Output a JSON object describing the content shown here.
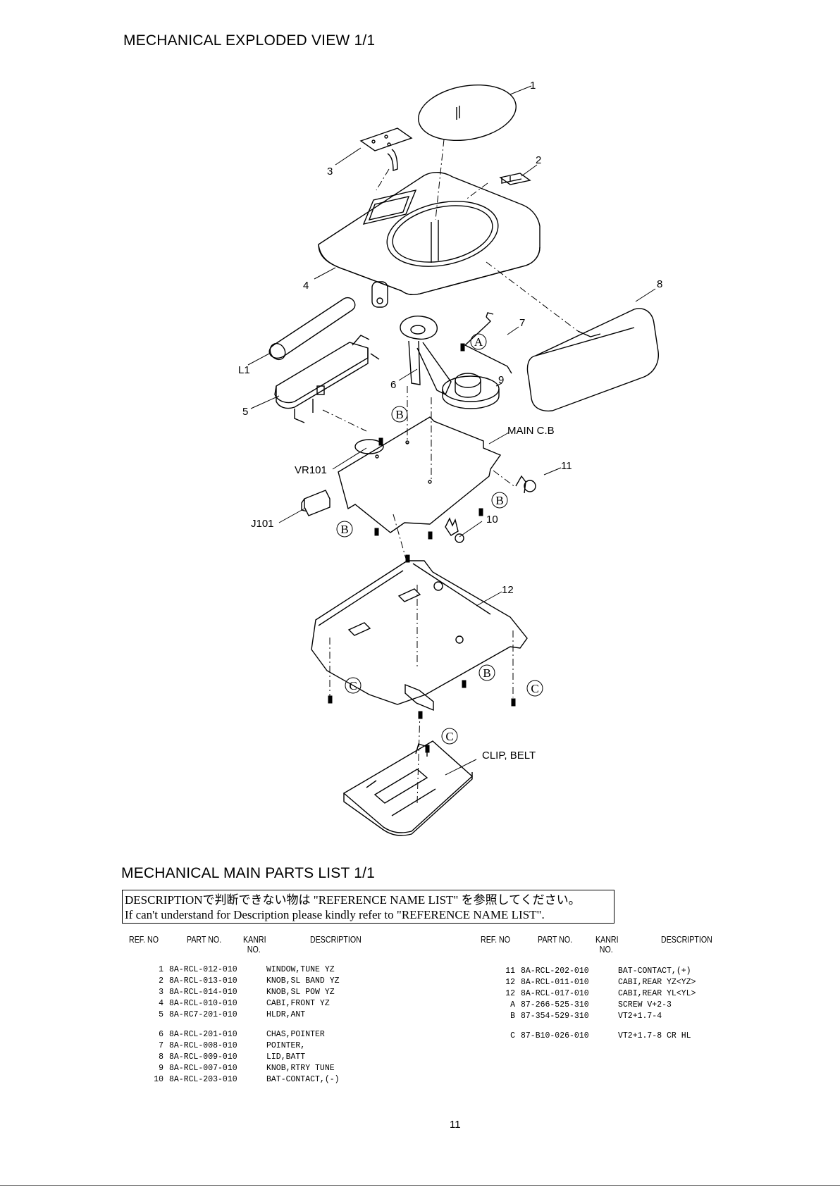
{
  "view_title": "MECHANICAL EXPLODED VIEW 1/1",
  "diagram": {
    "callouts": {
      "c1": "1",
      "c2": "2",
      "c3": "3",
      "c4": "4",
      "c5": "5",
      "c6": "6",
      "c7": "7",
      "c8": "8",
      "c9": "9",
      "c10": "10",
      "c11": "11",
      "c12": "12",
      "cL1": "L1",
      "cVR101": "VR101",
      "cJ101": "J101",
      "cMAIN": "MAIN C.B",
      "cCLIP": "CLIP, BELT"
    },
    "screw_marks": {
      "A": "A",
      "B": "B",
      "C": "C"
    }
  },
  "list_title": "MECHANICAL MAIN PARTS LIST 1/1",
  "note": {
    "line1": "DESCRIPTIONで判断できない物は \"REFERENCE NAME LIST\" を参照してください。",
    "line2": "If can't understand for Description please kindly refer to \"REFERENCE NAME LIST\"."
  },
  "columns": {
    "ref": "REF. NO",
    "part": "PART NO.",
    "kanri_1": "KANRI",
    "kanri_2": "NO.",
    "desc": "DESCRIPTION"
  },
  "parts_left": [
    {
      "ref": "1",
      "part": "8A-RCL-012-010",
      "desc": "WINDOW,TUNE YZ"
    },
    {
      "ref": "2",
      "part": "8A-RCL-013-010",
      "desc": "KNOB,SL BAND YZ"
    },
    {
      "ref": "3",
      "part": "8A-RCL-014-010",
      "desc": "KNOB,SL POW YZ"
    },
    {
      "ref": "4",
      "part": "8A-RCL-010-010",
      "desc": "CABI,FRONT YZ"
    },
    {
      "ref": "5",
      "part": "8A-RC7-201-010",
      "desc": "HLDR,ANT"
    },
    {
      "ref": "6",
      "part": "8A-RCL-201-010",
      "desc": "CHAS,POINTER"
    },
    {
      "ref": "7",
      "part": "8A-RCL-008-010",
      "desc": "POINTER,"
    },
    {
      "ref": "8",
      "part": "8A-RCL-009-010",
      "desc": "LID,BATT"
    },
    {
      "ref": "9",
      "part": "8A-RCL-007-010",
      "desc": "KNOB,RTRY TUNE"
    },
    {
      "ref": "10",
      "part": "8A-RCL-203-010",
      "desc": "BAT-CONTACT,(-)"
    }
  ],
  "parts_right": [
    {
      "ref": "11",
      "part": "8A-RCL-202-010",
      "desc": "BAT-CONTACT,(+)"
    },
    {
      "ref": "12",
      "part": "8A-RCL-011-010",
      "desc": "CABI,REAR YZ<YZ>"
    },
    {
      "ref": "12",
      "part": "8A-RCL-017-010",
      "desc": "CABI,REAR YL<YL>"
    },
    {
      "ref": "A",
      "part": "87-266-525-310",
      "desc": "SCREW V+2-3"
    },
    {
      "ref": "B",
      "part": "87-354-529-310",
      "desc": "VT2+1.7-4"
    },
    {
      "ref": "C",
      "part": "87-B10-026-010",
      "desc": "VT2+1.7-8 CR HL"
    }
  ],
  "page_number": "11"
}
